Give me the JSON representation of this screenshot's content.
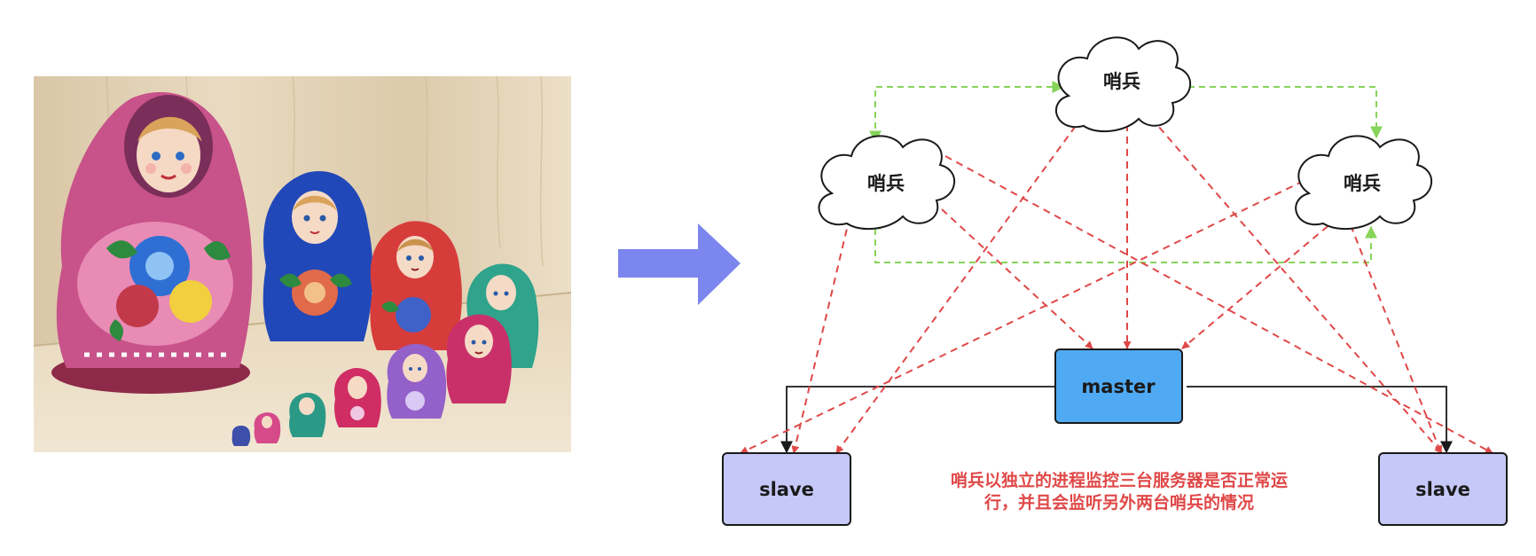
{
  "photo": {
    "subject": "matryoshka-dolls-photo"
  },
  "arrow": {
    "color": "#7b86ee"
  },
  "diagram": {
    "sentinels": [
      {
        "label": "哨兵"
      },
      {
        "label": "哨兵"
      },
      {
        "label": "哨兵"
      }
    ],
    "master": {
      "label": "master",
      "color": "#4faaf3"
    },
    "slaves": [
      {
        "label": "slave",
        "color": "#c6c8f7"
      },
      {
        "label": "slave",
        "color": "#c6c8f7"
      }
    ],
    "caption": {
      "line1": "哨兵以独立的进程监控三台服务器是否正常运",
      "line2": "行，并且会监听另外两台哨兵的情况"
    },
    "colors": {
      "monitor_line": "#e04848",
      "sentinel_link": "#86d45a",
      "replication_line": "#1a1a1a",
      "caption": "#e04848"
    }
  }
}
